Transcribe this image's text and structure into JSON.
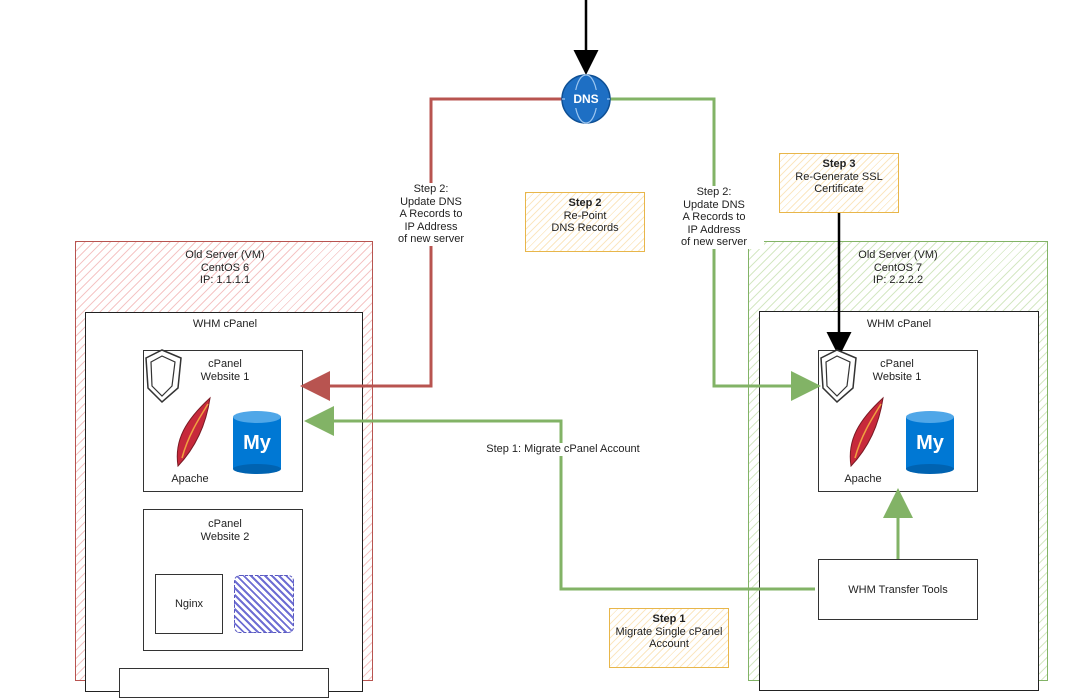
{
  "colors": {
    "red": "#b85450",
    "green": "#82b366",
    "note_border": "#e8b64a",
    "mysql_blue": "#0078d4"
  },
  "top_icon": {
    "label": "DNS"
  },
  "step2_left_label": "Step 2:\nUpdate DNS\nA Records to\nIP Address\nof new server",
  "step2_right_label": "Step 2:\nUpdate DNS\nA Records to\nIP Address\nof new server",
  "notes": {
    "step2": {
      "title": "Step 2",
      "body": "Re-Point\nDNS Records"
    },
    "step3": {
      "title": "Step 3",
      "body": "Re-Generate SSL\nCertificate"
    },
    "step1": {
      "title": "Step 1",
      "body": "Migrate Single cPanel\nAccount"
    }
  },
  "old_server": {
    "title": "Old Server (VM)\nCentOS 6\nIP: 1.1.1.1",
    "whm_label": "WHM cPanel",
    "site1": {
      "label": "cPanel\nWebsite 1",
      "apache": "Apache",
      "mysql": "My"
    },
    "site2": {
      "label": "cPanel\nWebsite 2",
      "nginx": "Nginx"
    }
  },
  "new_server": {
    "title": "Old Server (VM)\nCentOS 7\nIP: 2.2.2.2",
    "whm_label": "WHM cPanel",
    "site1": {
      "label": "cPanel\nWebsite 1",
      "apache": "Apache",
      "mysql": "My"
    },
    "transfer_tools": "WHM Transfer Tools"
  },
  "migrate_label": "Step 1: Migrate cPanel Account"
}
